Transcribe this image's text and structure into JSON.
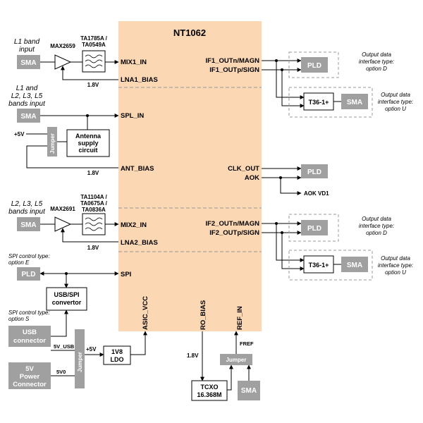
{
  "chip": {
    "title": "NT1062",
    "pins_left": {
      "mix1_in": "MIX1_IN",
      "lna1_bias": "LNA1_BIAS",
      "spl_in": "SPL_IN",
      "ant_bias": "ANT_BIAS",
      "mix2_in": "MIX2_IN",
      "lna2_bias": "LNA2_BIAS",
      "spi": "SPI"
    },
    "pins_right": {
      "if1_outn": "IF1_OUTn/MAGN",
      "if1_outp": "IF1_OUTp/SIGN",
      "clk_out": "CLK_OUT",
      "aok": "AOK",
      "if2_outn": "IF2_OUTn/MAGN",
      "if2_outp": "IF2_OUTp/SIGN"
    },
    "pins_bottom": {
      "asic_vcc": "ASIC_VCC",
      "ro_bias": "RO_BIAS",
      "ref_in": "REF_IN"
    }
  },
  "inputs": {
    "l1_label_1": "L1 band",
    "l1_label_2": "input",
    "l1235_label_1": "L1 and",
    "l1235_label_2": "L2, L3, L5",
    "l1235_label_3": "bands input",
    "l235_label_1": "L2, L3, L5",
    "l235_label_2": "bands input"
  },
  "blocks": {
    "sma": "SMA",
    "pld": "PLD",
    "max2659": "MAX2659",
    "max2691": "MAX2691",
    "filter1_a": "TA1785A /",
    "filter1_b": "TA0549A",
    "filter2_a": "TA1104A /",
    "filter2_b": "TA0675A /",
    "filter2_c": "TA0836A",
    "antenna_1": "Antenna",
    "antenna_2": "supply",
    "antenna_3": "circuit",
    "jumper": "Jumper",
    "t36": "T36-1+",
    "usbspi_1": "USB/SPI",
    "usbspi_2": "convertor",
    "usb_1": "USB",
    "usb_2": "connector",
    "power_1": "5V",
    "power_2": "Power",
    "power_3": "Connector",
    "ldo_1": "1V8",
    "ldo_2": "LDO",
    "tcxo_1": "TCXO",
    "tcxo_2": "16.368M"
  },
  "labels": {
    "v18": "1.8V",
    "v5": "+5V",
    "v5_usb": "5V_USB",
    "v5v0": "5V0",
    "aok_vd1": "AOK VD1",
    "fref": "FREF",
    "spi_e_1": "SPI control type:",
    "spi_e_2": "option E",
    "spi_s_1": "SPI control type:",
    "spi_s_2": "option S",
    "out_1": "Output data",
    "out_2": "interface type:",
    "opt_d": "option D",
    "opt_u": "option U"
  }
}
